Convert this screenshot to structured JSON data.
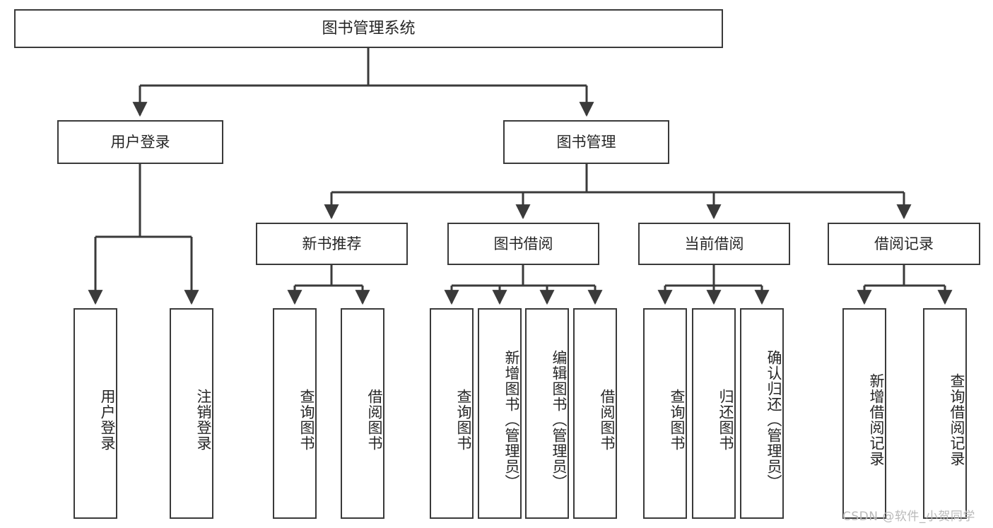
{
  "diagram": {
    "title": "图书管理系统",
    "type": "tree",
    "watermark": "CSDN @软件_小贺同学",
    "colors": {
      "box_border": "#3a3a3a",
      "box_fill": "#ffffff",
      "edge": "#3a3a3a",
      "text": "#262626",
      "watermark": "#b9b9b9",
      "background": "#ffffff"
    },
    "root": {
      "label": "图书管理系统"
    },
    "level2": [
      {
        "id": "user-login",
        "label": "用户登录"
      },
      {
        "id": "book-manage",
        "label": "图书管理"
      }
    ],
    "level3": [
      {
        "id": "new-book-recommend",
        "label": "新书推荐",
        "parent": "book-manage"
      },
      {
        "id": "book-borrow",
        "label": "图书借阅",
        "parent": "book-manage"
      },
      {
        "id": "current-borrow",
        "label": "当前借阅",
        "parent": "book-manage"
      },
      {
        "id": "borrow-record",
        "label": "借阅记录",
        "parent": "book-manage"
      }
    ],
    "leaves": [
      {
        "id": "leaf-user-login",
        "label": "用户登录",
        "parent": "user-login"
      },
      {
        "id": "leaf-logout",
        "label": "注销登录",
        "parent": "user-login"
      },
      {
        "id": "leaf-query-book-1",
        "label": "查询图书",
        "parent": "new-book-recommend"
      },
      {
        "id": "leaf-borrow-book-1",
        "label": "借阅图书",
        "parent": "new-book-recommend"
      },
      {
        "id": "leaf-query-book-2",
        "label": "查询图书",
        "parent": "book-borrow"
      },
      {
        "id": "leaf-add-book",
        "label": "新增图书（管理员）",
        "parent": "book-borrow"
      },
      {
        "id": "leaf-edit-book",
        "label": "编辑图书（管理员）",
        "parent": "book-borrow"
      },
      {
        "id": "leaf-borrow-book-2",
        "label": "借阅图书",
        "parent": "book-borrow"
      },
      {
        "id": "leaf-query-book-3",
        "label": "查询图书",
        "parent": "current-borrow"
      },
      {
        "id": "leaf-return-book",
        "label": "归还图书",
        "parent": "current-borrow"
      },
      {
        "id": "leaf-confirm-return",
        "label": "确认归还（管理员）",
        "parent": "current-borrow"
      },
      {
        "id": "leaf-add-record",
        "label": "新增借阅记录",
        "parent": "borrow-record"
      },
      {
        "id": "leaf-query-record",
        "label": "查询借阅记录",
        "parent": "borrow-record"
      }
    ]
  }
}
